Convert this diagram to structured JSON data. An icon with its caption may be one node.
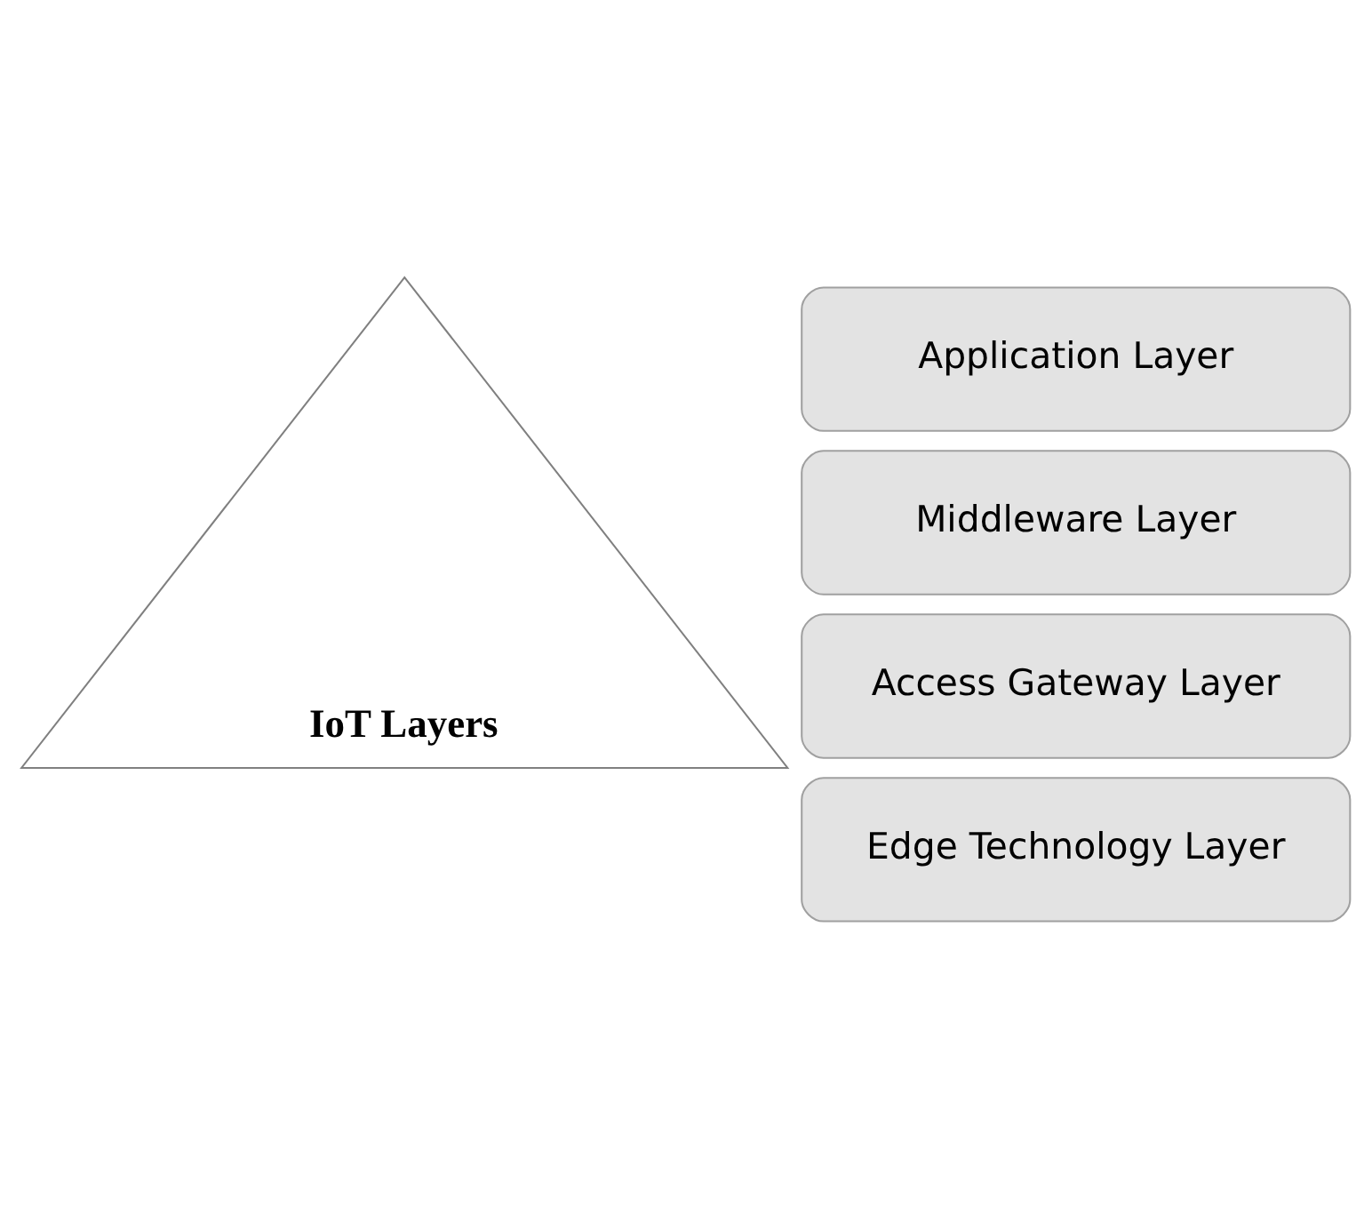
{
  "diagram": {
    "nodes": [
      {
        "text": [
          "IoT Layers"
        ]
      },
      {
        "text": [
          "Application Layer"
        ]
      },
      {
        "text": [
          "Middleware Layer"
        ]
      },
      {
        "text": [
          "Access Gateway Layer"
        ]
      },
      {
        "text": [
          "Edge Technology Layer"
        ]
      }
    ]
  }
}
